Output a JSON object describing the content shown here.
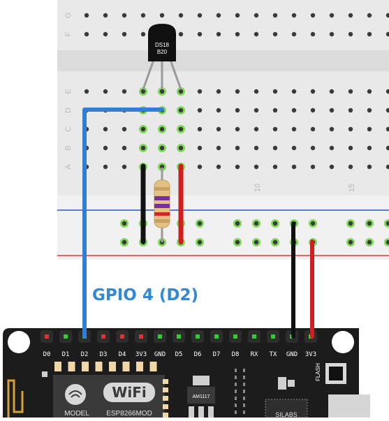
{
  "breadboard": {
    "row_letters_top": [
      "G",
      "F"
    ],
    "row_letters_bottom": [
      "E",
      "D",
      "C",
      "B",
      "A"
    ],
    "column_numbers": [
      "10",
      "15"
    ]
  },
  "sensor": {
    "label_line1": "DS18",
    "label_line2": "B20"
  },
  "annotation": {
    "gpio_label": "GPIO 4 (D2)"
  },
  "board": {
    "pin_labels": [
      "D0",
      "D1",
      "D2",
      "D3",
      "D4",
      "3V3",
      "GND",
      "D5",
      "D6",
      "D7",
      "D8",
      "RX",
      "TX",
      "GND",
      "3V3"
    ],
    "flash_label": "FLASH",
    "wifi_label": "WiFi",
    "regulator_label": "AM1117",
    "model_label": "MODEL",
    "module_label": "ESP8266MOD",
    "usb_chip_label": "SILABS"
  },
  "colors": {
    "data_wire": "#2f7fd6",
    "ground_wire": "#111111",
    "power_wire": "#d42020",
    "board": "#1c1c1c",
    "breadboard": "#ededed",
    "connected_hole": "#7ed957"
  }
}
